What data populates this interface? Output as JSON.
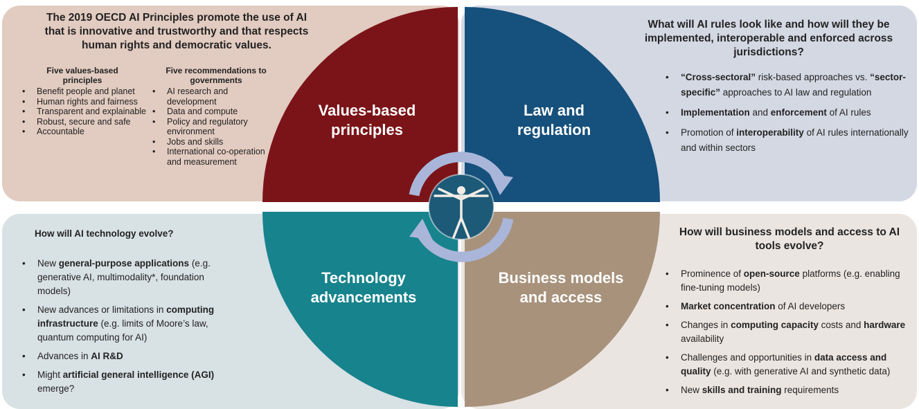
{
  "values_panel": {
    "title": "The 2019 OECD AI Principles promote the use of AI that is innovative and trustworthy and that respects human rights and democratic values.",
    "col1_heading": "Five values-based principles",
    "col1_items": [
      "Benefit people and planet",
      "Human rights and fairness",
      "Transparent and explainable",
      "Robust, secure and safe",
      "Accountable"
    ],
    "col2_heading": "Five recommendations to governments",
    "col2_items": [
      "AI research and development",
      "Data and compute",
      "Policy and regulatory environment",
      "Jobs and skills",
      "International co-operation and measurement"
    ]
  },
  "law_panel": {
    "title": "What will AI rules look like and how will they be implemented, interoperable and enforced across jurisdictions?",
    "items": [
      "“Cross-sectoral” risk-based approaches vs. “sector-specific” approaches to AI law and regulation",
      "Implementation and enforcement of AI rules",
      "Promotion of interoperability of AI rules internationally and within sectors"
    ]
  },
  "tech_panel": {
    "title": "How will AI technology evolve?",
    "items": [
      "New general-purpose applications (e.g. generative AI, multimodality*, foundation models)",
      "New advances or limitations in computing infrastructure (e.g. limits of Moore’s law, quantum computing for AI)",
      "Advances in AI R&D",
      "Might artificial general intelligence (AGI) emerge?"
    ]
  },
  "business_panel": {
    "title": "How will business models and access to AI tools evolve?",
    "items": [
      "Prominence of open-source platforms (e.g. enabling fine-tuning models)",
      "Market concentration of AI developers",
      "Changes in computing capacity costs and hardware availability",
      "Challenges and opportunities in data access and quality (e.g. with generative AI and synthetic data)",
      "New skills and training requirements"
    ]
  },
  "quadrants": {
    "values": "Values-based principles",
    "law": "Law and regulation",
    "tech": "Technology advancements",
    "business": "Business models and access"
  },
  "colors": {
    "values": "#7b1419",
    "law": "#16507c",
    "tech": "#17838d",
    "business": "#a8927c",
    "arrows": "#a9b6d9",
    "center": "#1d5a78"
  },
  "center_icon": "vitruvian-figure"
}
